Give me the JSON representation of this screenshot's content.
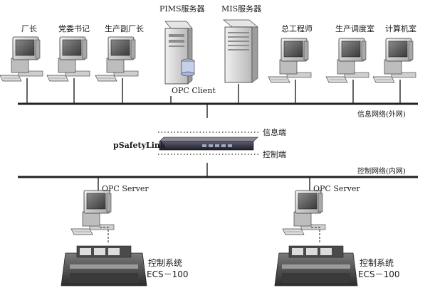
{
  "top_nodes": {
    "factory_director": "厂长",
    "party_secretary": "党委书记",
    "deputy_director": "生产副厂长",
    "pims_server": "PIMS服务器",
    "mis_server": "MIS服务器",
    "chief_engineer": "总工程师",
    "dispatch_room": "生产调度室",
    "computer_room": "计算机室"
  },
  "opc_client": "OPC Client",
  "info_network": "信息网络(外网)",
  "gateway": {
    "name": "pSafetyLink",
    "info_port": "信息端",
    "control_port": "控制端"
  },
  "control_network": "控制网络(内网)",
  "servers": [
    {
      "opc": "OPC Server",
      "system": "控制系统",
      "model": "ECS－100"
    },
    {
      "opc": "OPC Server",
      "system": "控制系统",
      "model": "ECS－100"
    }
  ],
  "colors": {
    "line": "#222222",
    "device": "#d9d9d9",
    "device_dark": "#6e6e6e"
  }
}
